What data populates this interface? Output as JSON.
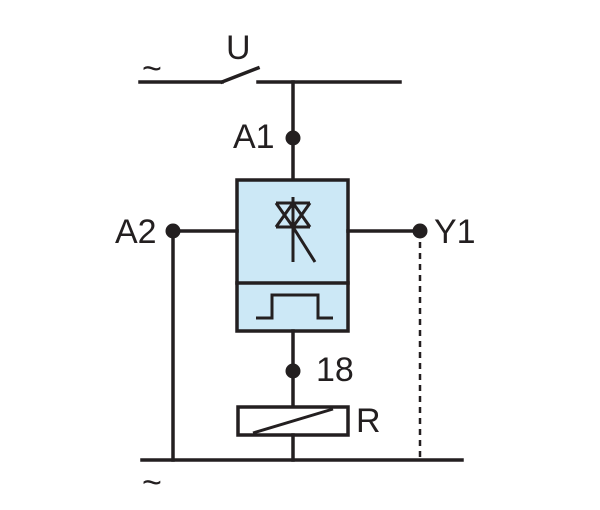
{
  "labels": {
    "supply_top": "~",
    "switch": "U",
    "terminal_a1": "A1",
    "terminal_a2": "A2",
    "terminal_y1": "Y1",
    "terminal_18": "18",
    "relay": "R",
    "supply_bottom": "~"
  },
  "colors": {
    "line": "#231f20",
    "module_fill": "#cce8f6"
  },
  "icons": {
    "module_top": "triac-icon",
    "module_bottom": "pulse-icon",
    "relay": "relay-coil-icon"
  }
}
